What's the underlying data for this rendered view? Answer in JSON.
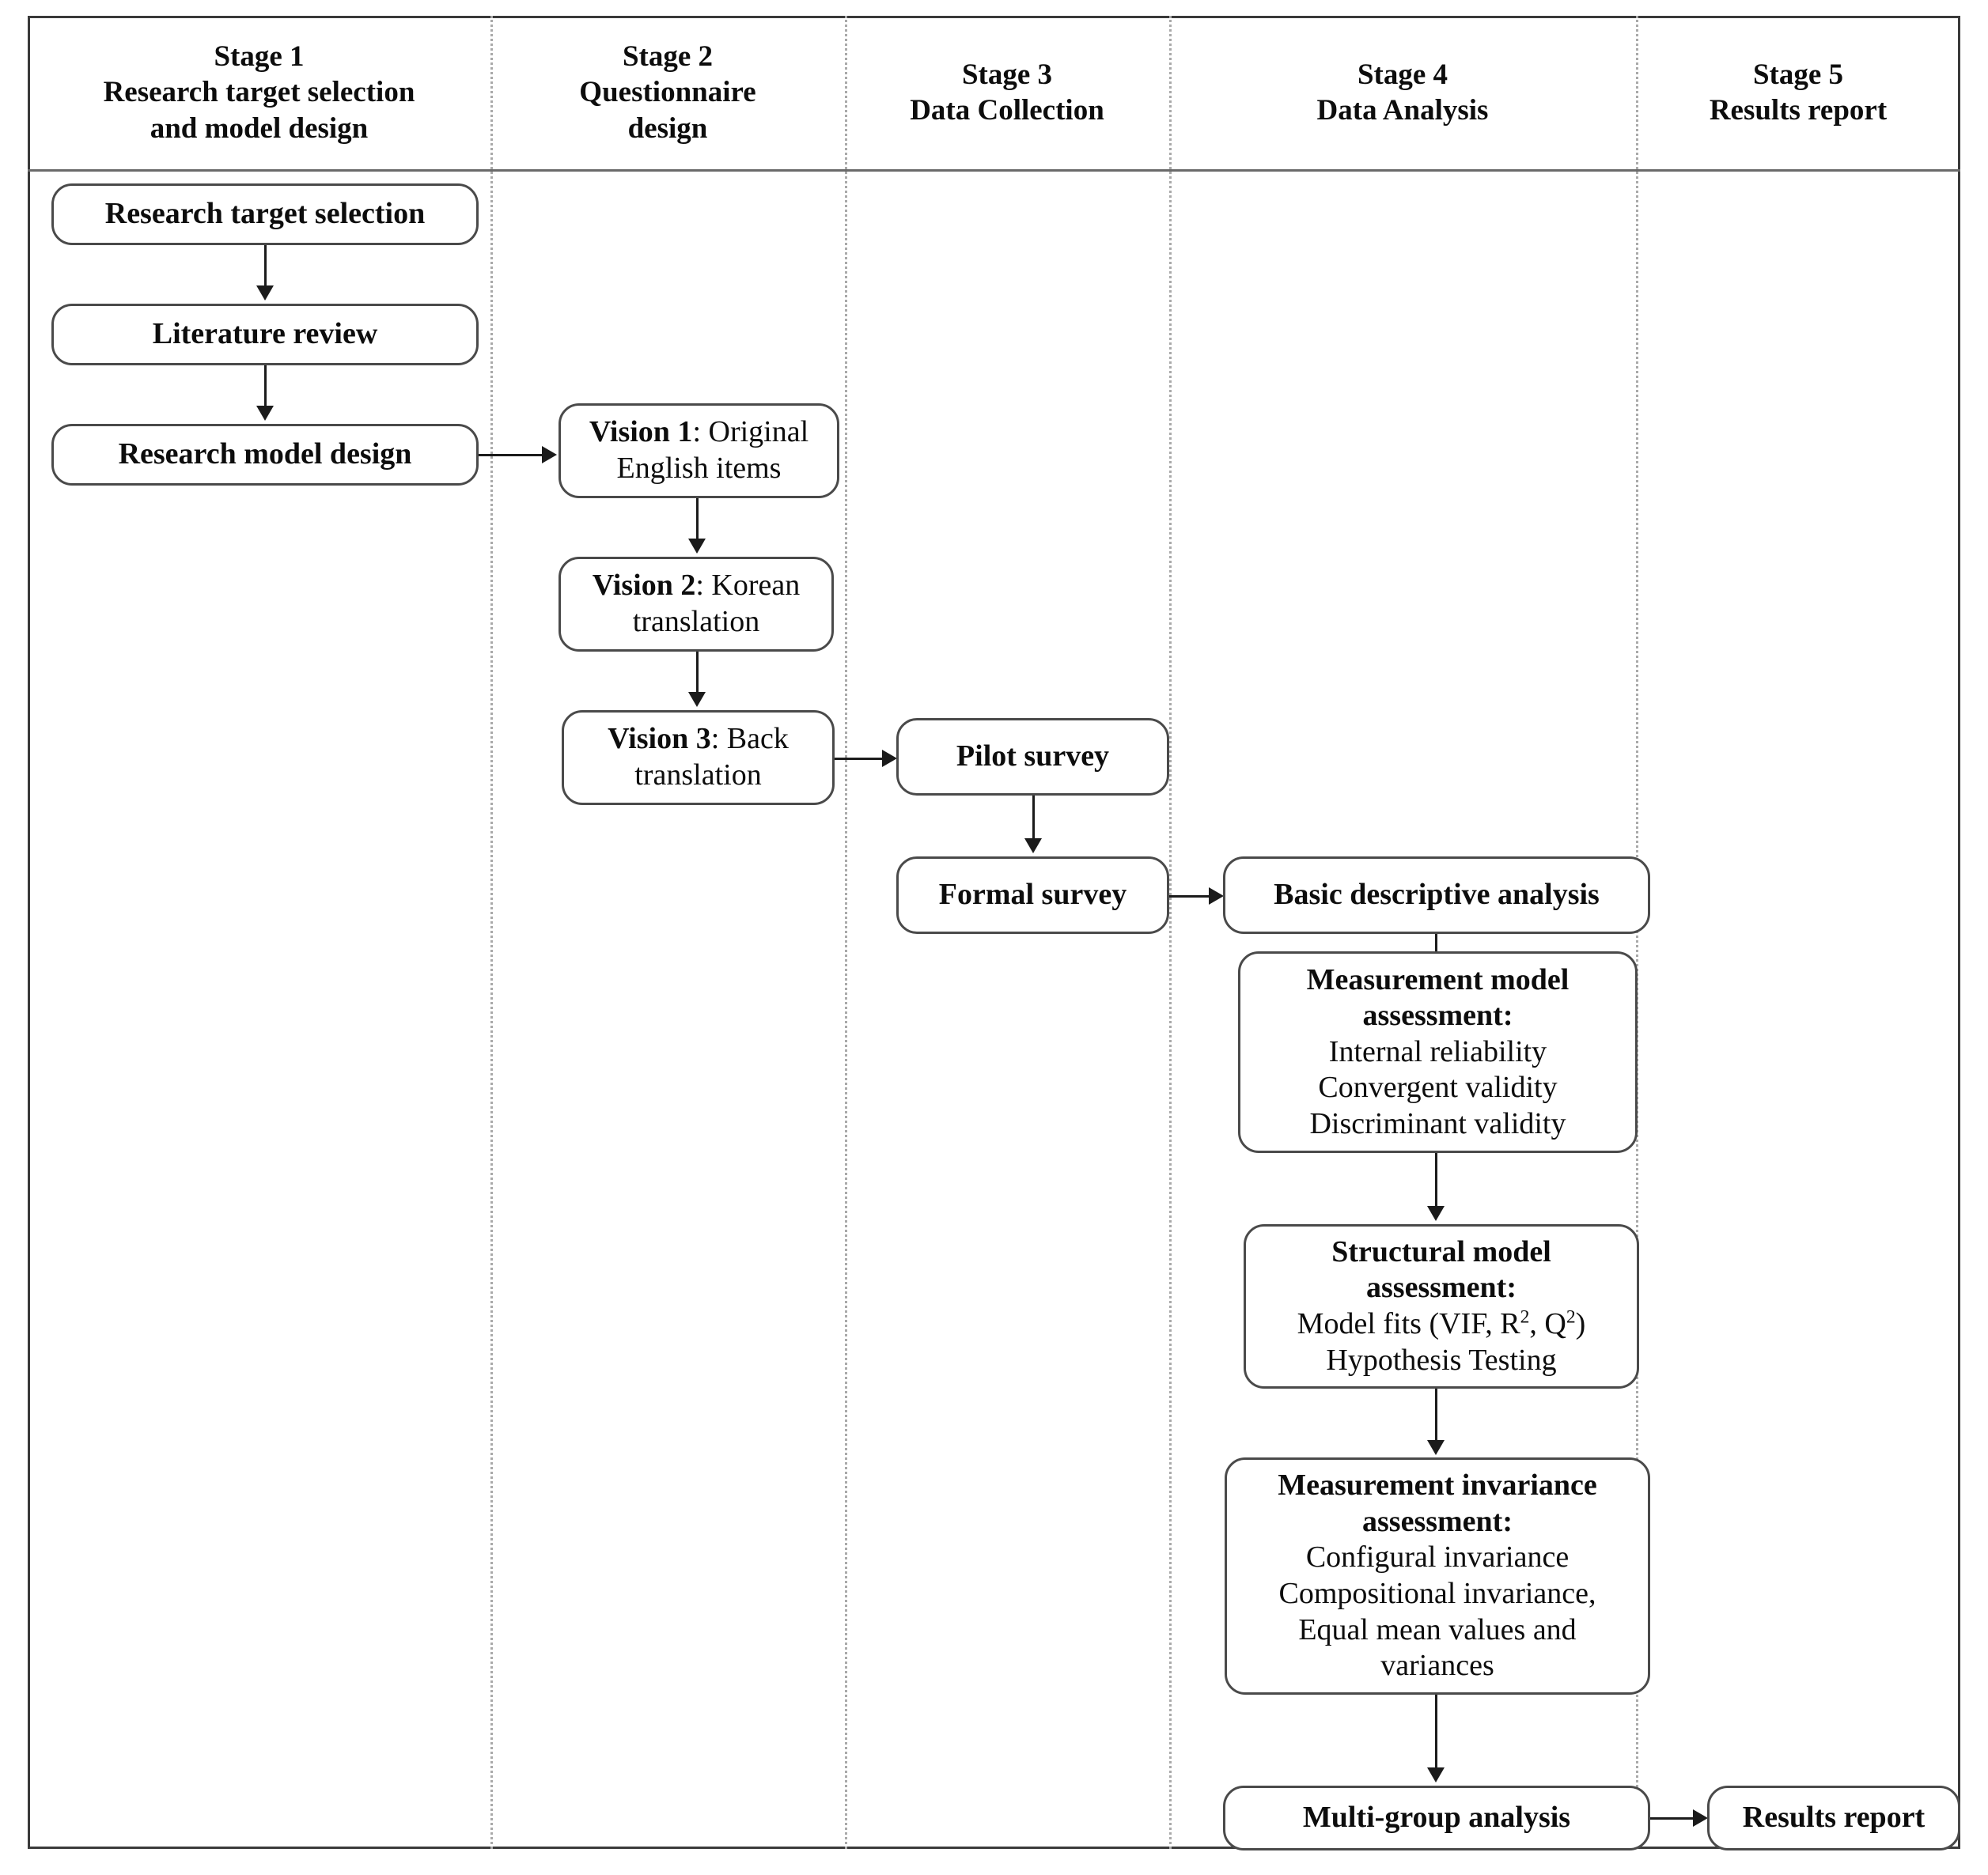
{
  "figure": {
    "type": "flowchart",
    "orientation": "left-to-right, five swimlane columns",
    "columns": 5
  },
  "stages": [
    {
      "number": "Stage 1",
      "title_line1": "Research target selection",
      "title_line2": "and model design"
    },
    {
      "number": "Stage 2",
      "title_line1": "Questionnaire",
      "title_line2": "design"
    },
    {
      "number": "Stage 3",
      "title_line1": "Data Collection",
      "title_line2": ""
    },
    {
      "number": "Stage 4",
      "title_line1": "Data Analysis",
      "title_line2": ""
    },
    {
      "number": "Stage 5",
      "title_line1": "Results report",
      "title_line2": ""
    }
  ],
  "nodes": {
    "research_target_selection": "Research target selection",
    "literature_review": "Literature review",
    "research_model_design": "Research model design",
    "vision1_label": "Vision 1",
    "vision1_rest": ": Original English items",
    "vision2_label": "Vision 2",
    "vision2_rest": ": Korean translation",
    "vision3_label": "Vision 3",
    "vision3_rest": ": Back translation",
    "pilot_survey": "Pilot survey",
    "formal_survey": "Formal survey",
    "basic_descriptive_analysis": "Basic descriptive analysis",
    "measurement_model_heading_l1": "Measurement model",
    "measurement_model_heading_l2": "assessment:",
    "measurement_model_item1": "Internal reliability",
    "measurement_model_item2": "Convergent validity",
    "measurement_model_item3": "Discriminant validity",
    "structural_model_heading_l1": "Structural model",
    "structural_model_heading_l2": "assessment:",
    "structural_model_item1_a": "Model fits (VIF, R",
    "structural_model_item1_sup1": "2",
    "structural_model_item1_b": ", Q",
    "structural_model_item1_sup2": "2",
    "structural_model_item1_c": ")",
    "structural_model_item2": "Hypothesis Testing",
    "invariance_heading_l1": "Measurement invariance",
    "invariance_heading_l2": "assessment:",
    "invariance_item1": "Configural invariance",
    "invariance_item2": "Compositional invariance,",
    "invariance_item3": "Equal mean values and",
    "invariance_item4": "variances",
    "multi_group_analysis": "Multi-group analysis",
    "results_report": "Results report"
  },
  "colors": {
    "frame_border": "#3a3a3a",
    "divider": "#a9a9a9",
    "node_border": "#4a4a4a",
    "connector": "#1b1b1b",
    "text": "#0d0d0d",
    "background": "#ffffff"
  }
}
